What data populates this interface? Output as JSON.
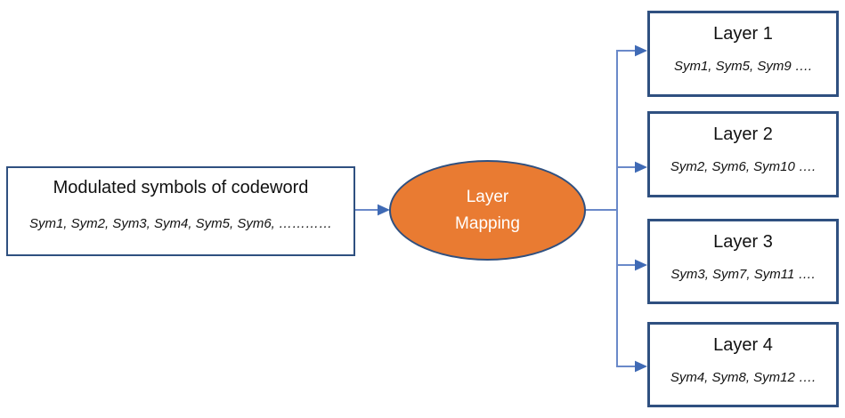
{
  "source_box": {
    "title": "Modulated symbols of codeword",
    "symbols": "Sym1, Sym2, Sym3, Sym4, Sym5,  Sym6, …………"
  },
  "mapper": {
    "line1": "Layer",
    "line2": "Mapping"
  },
  "layers": [
    {
      "title": "Layer 1",
      "symbols": "Sym1, Sym5, Sym9 …."
    },
    {
      "title": "Layer 2",
      "symbols": "Sym2, Sym6, Sym10 …."
    },
    {
      "title": "Layer 3",
      "symbols": "Sym3, Sym7, Sym11 …."
    },
    {
      "title": "Layer 4",
      "symbols": "Sym4, Sym8, Sym12 …."
    }
  ],
  "colors": {
    "box_border": "#2F5080",
    "ellipse_fill": "#E97B32",
    "ellipse_text": "#FFFFFF",
    "connector_line": "#6A89C9",
    "arrowhead": "#3F6AB5",
    "text": "#111111"
  }
}
